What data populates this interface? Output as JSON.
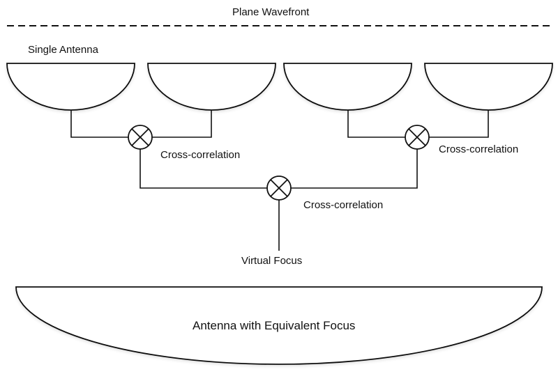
{
  "diagram": {
    "title": "Plane Wavefront",
    "single_antenna_label": "Single Antenna",
    "cross_correlation_labels": [
      "Cross-correlation",
      "Cross-correlation",
      "Cross-correlation"
    ],
    "virtual_focus_label": "Virtual Focus",
    "equivalent_antenna_label": "Antenna with Equivalent Focus",
    "antenna_count": 4,
    "correlator_count": 3
  },
  "colors": {
    "stroke": "#111111",
    "background": "#ffffff"
  }
}
